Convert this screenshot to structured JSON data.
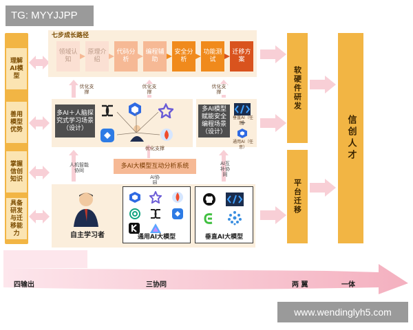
{
  "watermarks": {
    "tg": "TG: MYYJJPP",
    "url": "www.wendinglyh5.com"
  },
  "left_column": [
    {
      "label": "理解AI模型"
    },
    {
      "label": "善用模型优势"
    },
    {
      "label": "掌握信创知识"
    },
    {
      "label": "具备研发与迁移能力"
    }
  ],
  "top": {
    "title": "七步成长路径",
    "steps": [
      {
        "label": "领域认知",
        "style": "pale"
      },
      {
        "label": "原理介绍",
        "style": "pale"
      },
      {
        "label": "代码分析",
        "style": "mid"
      },
      {
        "label": "编程辅助",
        "style": "mid"
      },
      {
        "label": "安全分析",
        "style": "orange"
      },
      {
        "label": "功能测试",
        "style": "orange"
      },
      {
        "label": "迁移方案",
        "style": "dark"
      }
    ]
  },
  "connectors": {
    "optimize_support": "优化支撑",
    "human_ai_collab": "人机智能协同",
    "ai_collab": "AI协同",
    "ai_complement": "AI互补协同"
  },
  "middle": {
    "left_label": "多AI＋人脑探究式学习场景（设计）",
    "right_label": "多AI模型赋能安全编程场景（设计）",
    "vertical_ai_1": "垂直AI（任意）",
    "vertical_ai_2": "通用AI（任意）",
    "plus": "＋"
  },
  "system": {
    "label": "多AI大模型互动分析系统"
  },
  "bottom": {
    "learner": "自主学习者",
    "general_models": "通用AI大模型",
    "vertical_models": "垂直AI大模型"
  },
  "right": {
    "software_hardware": "软硬件研发",
    "platform_migration": "平台迁移",
    "talent": "信创人才"
  },
  "footer": {
    "four_outputs": "四输出",
    "three_collab": "三协同",
    "two_wings": "两 翼",
    "one_body": "一体"
  },
  "colors": {
    "gold": "#f2b544",
    "pale_gold": "#fbe4b2",
    "panel": "#fbeedc",
    "pink_arrow": "#f8cfd6",
    "orange": "#f08a1c",
    "dark_orange": "#d9531e"
  }
}
